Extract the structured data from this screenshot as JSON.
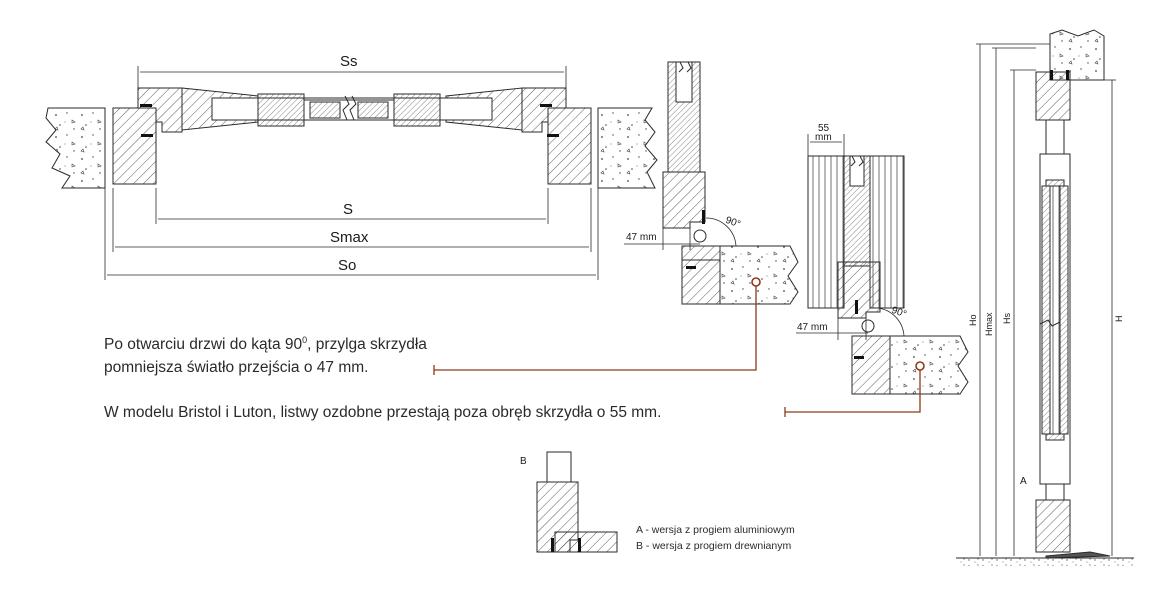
{
  "dimensions": {
    "ss": "Ss",
    "s": "S",
    "smax": "Smax",
    "so": "So",
    "gap_47_a": "47 mm",
    "gap_47_b": "47 mm",
    "trim_55_num": "55",
    "trim_55_unit": "mm",
    "angle_a": "90°",
    "angle_b": "90°",
    "ho": "Ho",
    "hmax": "Hmax",
    "hs": "Hs",
    "h": "H",
    "marker_a": "A",
    "marker_b": "B"
  },
  "notes": {
    "opening_line1_pre": "Po otwarciu drzwi do kąta 90",
    "opening_line1_sup": "0",
    "opening_line1_post": ", przylga skrzydła",
    "opening_line2": "pomniejsza światło przejścia o 47 mm.",
    "trim_note": "W modelu Bristol i Luton, listwy ozdobne przestają poza obręb skrzydła o 55 mm."
  },
  "legend": {
    "a": "A - wersja z progiem aluminiowym",
    "b": "B - wersja z progiem drewnianym"
  },
  "colors": {
    "line": "#2a2a2a",
    "leader": "#8b3a1a",
    "concrete": "#ffffff"
  }
}
